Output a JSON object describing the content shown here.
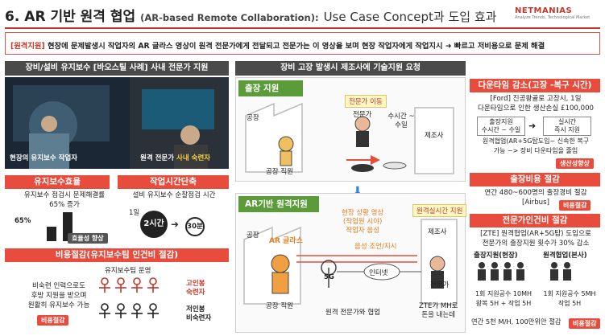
{
  "header": {
    "number": "6.",
    "title_ko": "AR 기반 원격 협업",
    "title_en": "(AR-based Remote Collaboration):",
    "title_tail": "Use Case Concept과 도입 효과",
    "logo_main": "NETMANIAS",
    "logo_sub": "Analyze Trends, Technological Market"
  },
  "banner": {
    "tag": "[원격지원]",
    "text": "현장에 문제발생시 작업자의 AR 글라스 영상이 원격 전문가에게 전달되고 전문가는 이 영상을 보며 현장 작업자에게 작업지시 ➜ 빠르고 저비용으로 문제 해결"
  },
  "left": {
    "header": "장비/설비 유지보수 [바오스틸 사례] 사내 전문가 지원",
    "photo_caption_left": "현장의 유지보수 작업자",
    "photo_caption_right_a": "원격 전문가",
    "photo_caption_right_b": "사내 숙련자",
    "eff_header": "유지보수효율",
    "eff_text_1": "유지보수 점검시 문제해결률",
    "eff_text_2": "65% 증가",
    "eff_bar_label": "65%",
    "eff_badge": "효율성 향상",
    "time_header": "작업시간단축",
    "time_text": "설비 유지보수 순찰점검 시간",
    "time_from_prefix": "1일",
    "time_mid": "2시간",
    "time_to": "30분",
    "cost_header": "비용절감(유지보수팀 인건비 절감)",
    "cost_team": "유지보수팀 운영",
    "cost_text_1": "비숙련 인력으로도",
    "cost_text_2": "후방 지원을 받으며",
    "cost_text_3": "원활히 유지보수 가능",
    "cost_badge": "비용절감",
    "legend_high_1": "고인봉",
    "legend_high_2": "숙련자",
    "legend_low_1": "저인봉",
    "legend_low_2": "비숙련자"
  },
  "middle": {
    "header": "장비 고장 발생시 제조사에 기술지원 요청",
    "onsite_header": "출장 지원",
    "factory": "공장",
    "worker": "공장 직원",
    "expert_moving": "전문가 이동",
    "expert": "전문가",
    "days": "수시간 ~수일",
    "maker": "제조사",
    "ar_header": "AR기반 원격지원",
    "factory2": "공장",
    "ar_glass": "AR 글라스",
    "video_1": "현장 상황 영상",
    "video_2": "(작업원 시야)",
    "video_3": "작업자 음성",
    "advice": "음성 조언/지시",
    "realtime": "원격실시간 지원",
    "maker2": "제조사",
    "fiveg": "5G",
    "internet": "인터넷",
    "expert2": "전문가",
    "worker2": "공장 직원",
    "collab": "원격 전문가와 협업",
    "zte_1": "ZTE가 MH로",
    "zte_2": "돈을 내는데"
  },
  "right": {
    "downtime_header": "다운타임 감소(고장 -복구 시간)",
    "downtime_1": "[Ford] 진공왕골로 고장시, 1일",
    "downtime_2": "다운타임으로 인한 생산손실 £100,000",
    "box_a_1": "출장지원",
    "box_a_2": "수시간 ~ 수일",
    "box_b_1": "실시간",
    "box_b_2": "즉시 지원",
    "downtime_3": "원격협업(AR+5G탑도입~ 신속한 복구",
    "downtime_4": "가능 ~> 장비 다운타임을 줄임",
    "downtime_badge": "생산성향상",
    "trip_header": "출장비용 절감",
    "trip_1": "연간 480~600명의 출장경비 절감",
    "trip_2": "[Airbus]",
    "trip_badge": "비용절감",
    "labor_header": "전문가인건비 절감",
    "labor_1": "[ZTE] 원격협업(AR+5G탑) 도입으로",
    "labor_2": "전문가의 출장지원 횟수가 30% 감소",
    "labor_col1": "출장지원(현장)",
    "labor_col2": "원격협업(본사)",
    "labor_t1_1": "1회 지원공수 10MH",
    "labor_t1_2": "왕복 5H + 작업 5H",
    "labor_t2_1": "1회 지원공수 5MH",
    "labor_t2_2": "작업 5H",
    "labor_foot": "연간 5천 M/H, 100만위안 절감",
    "labor_badge": "비용절감"
  },
  "colors": {
    "accent_red": "#e74c3c",
    "title_red": "#c0392b",
    "green": "#5b9b3a",
    "dark": "#4a4a4a"
  }
}
